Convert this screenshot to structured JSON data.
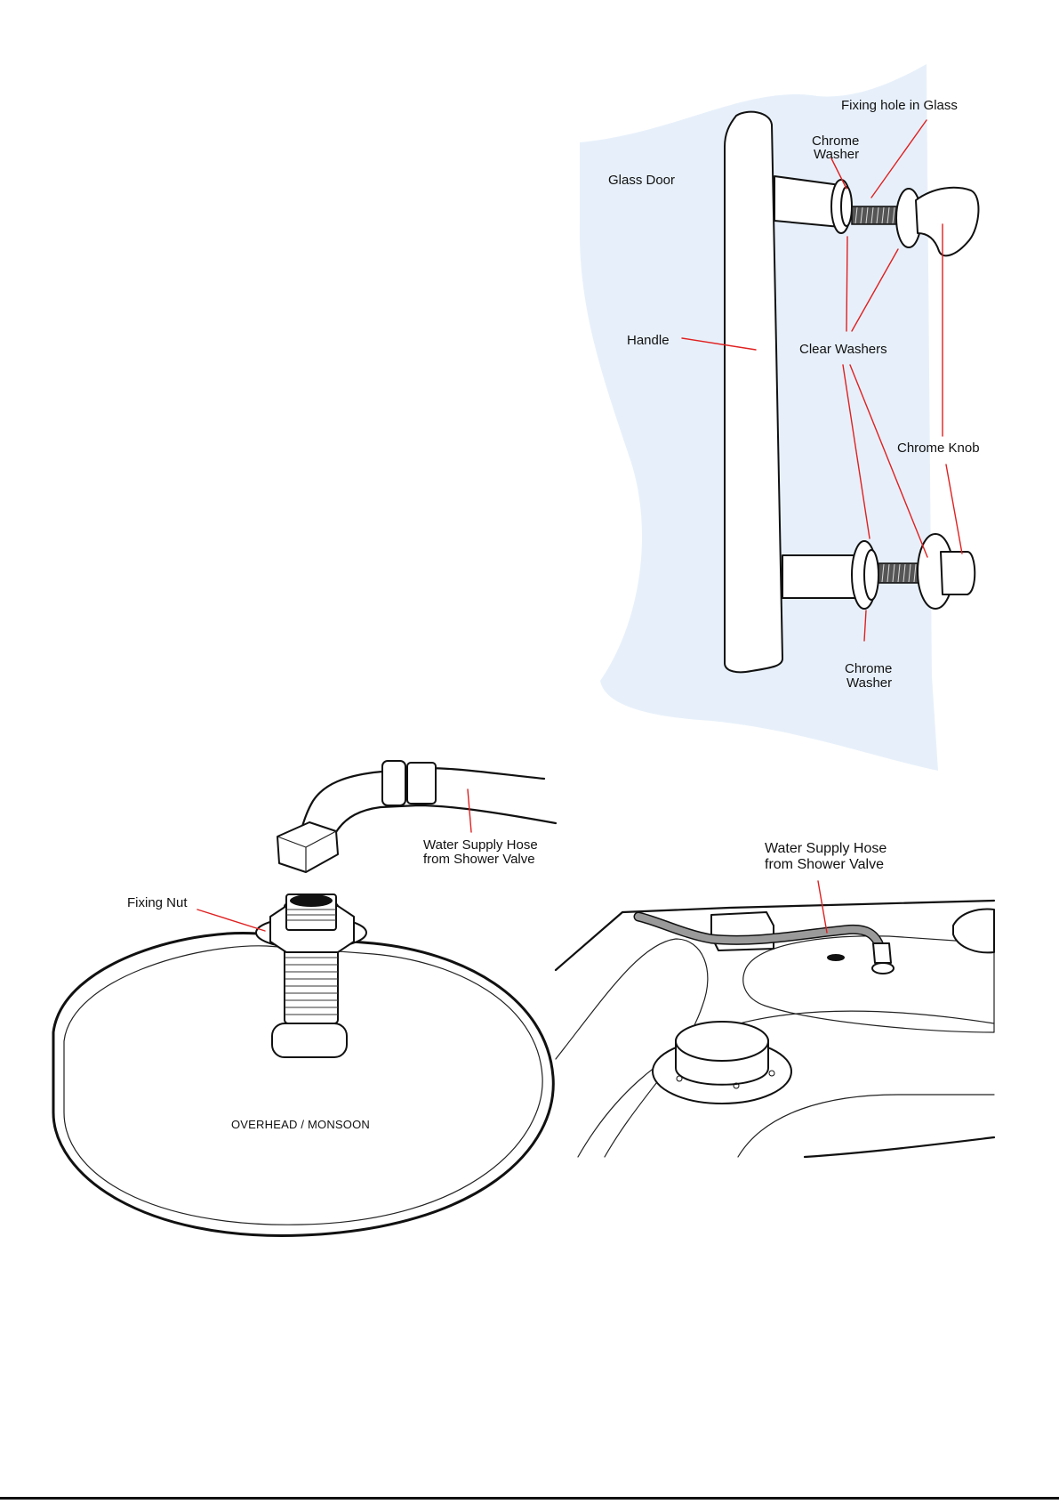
{
  "door_diagram": {
    "labels": {
      "fixing_hole": "Fixing hole in Glass",
      "chrome_washer_top_1": "Chrome",
      "chrome_washer_top_2": "Washer",
      "glass_door": "Glass Door",
      "handle": "Handle",
      "clear_washers": "Clear Washers",
      "chrome_knob": "Chrome Knob",
      "chrome_washer_bottom_1": "Chrome",
      "chrome_washer_bottom_2": "Washer"
    },
    "colors": {
      "glass": "#e7f0fa",
      "leader": "#e02020"
    }
  },
  "shower_head_diagram": {
    "labels": {
      "hose_1": "Water Supply Hose",
      "hose_2": "from Shower Valve",
      "fixing_nut": "Fixing Nut",
      "overhead": "OVERHEAD / MONSOON"
    }
  },
  "ceiling_diagram": {
    "labels": {
      "hose_1": "Water Supply Hose",
      "hose_2": "from Shower Valve"
    }
  }
}
